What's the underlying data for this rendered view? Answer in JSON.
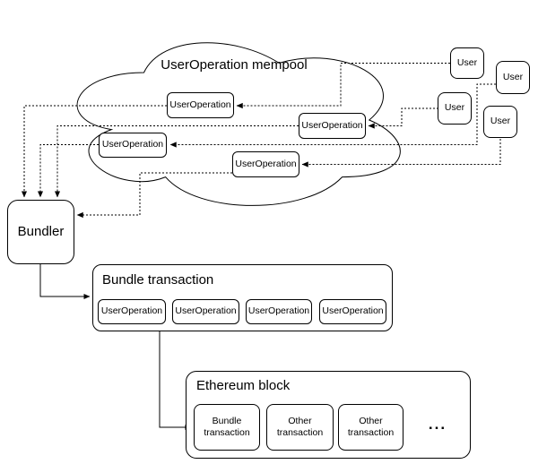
{
  "cloud": {
    "label": "UserOperation mempool"
  },
  "mempool_userops": [
    {
      "label": "UserOperation"
    },
    {
      "label": "UserOperation"
    },
    {
      "label": "UserOperation"
    },
    {
      "label": "UserOperation"
    }
  ],
  "users": [
    {
      "label": "User"
    },
    {
      "label": "User"
    },
    {
      "label": "User"
    },
    {
      "label": "User"
    }
  ],
  "bundler": {
    "label": "Bundler"
  },
  "bundle_transaction": {
    "title": "Bundle transaction",
    "userops": [
      {
        "label": "UserOperation"
      },
      {
        "label": "UserOperation"
      },
      {
        "label": "UserOperation"
      },
      {
        "label": "UserOperation"
      }
    ]
  },
  "ethereum_block": {
    "title": "Ethereum block",
    "transactions": [
      {
        "label": "Bundle transaction"
      },
      {
        "label": "Other transaction"
      },
      {
        "label": "Other transaction"
      }
    ],
    "ellipsis": "..."
  },
  "colors": {
    "stroke": "#000000",
    "box_fill": "#ffffff",
    "background": "#ffffff"
  }
}
